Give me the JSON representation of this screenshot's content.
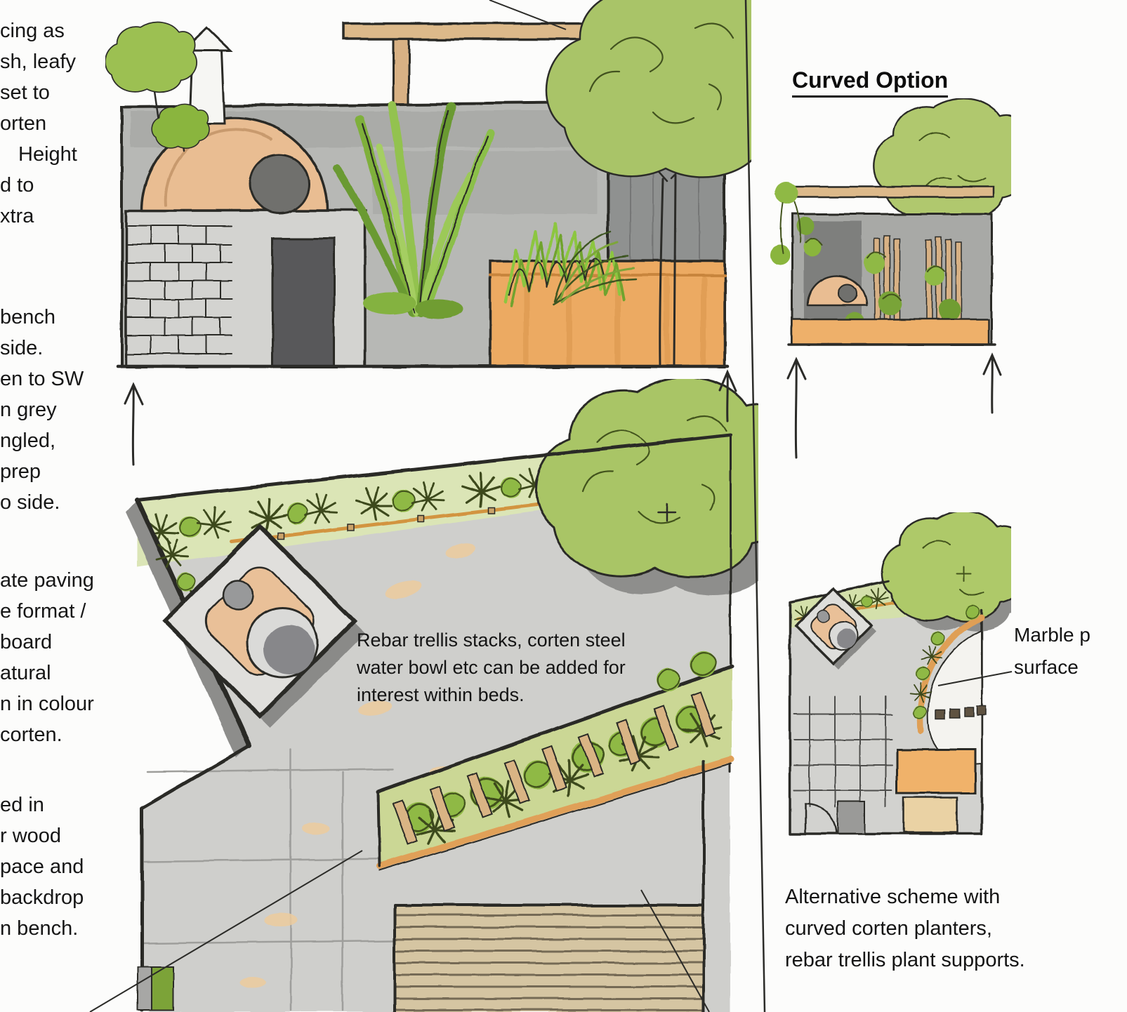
{
  "palette": {
    "ink": "#2b2b28",
    "paper": "#fcfcfb",
    "green_light": "#a9c566",
    "green_mid": "#85b13d",
    "green_dark": "#42521f",
    "corten_orange": "#e9a962",
    "peach": "#e9bd92",
    "wood_tan": "#dcb98a",
    "wall_grey": "#b7b8b5",
    "paving_grey": "#cfcfcc",
    "shadow_grey": "#8a8a88"
  },
  "icons": {
    "section_arrows": [
      "up-arrow",
      "up-arrow",
      "up-arrow",
      "up-arrow"
    ]
  },
  "left_column": {
    "para1": [
      "cing as",
      "sh, leafy",
      "set to",
      "orten",
      "Height",
      "d to",
      "xtra"
    ],
    "para2": [
      "bench",
      "side.",
      "en to SW",
      "n grey",
      "ngled,",
      "prep",
      "o side."
    ],
    "para3": [
      "ate paving",
      "e format /",
      "board",
      "atural",
      "n in colour",
      "corten."
    ],
    "para4": [
      "ed in",
      "r wood",
      "pace and",
      "backdrop",
      "n bench."
    ]
  },
  "annotations": {
    "curved_option_title": "Curved Option",
    "rebar_note": "Rebar trellis stacks, corten steel\nwater bowl etc can be added for\ninterest within beds.",
    "marble_label": "Marble p\nsurface",
    "alternative_note": "Alternative scheme with\ncurved corten planters,\nrebar trellis plant supports."
  }
}
